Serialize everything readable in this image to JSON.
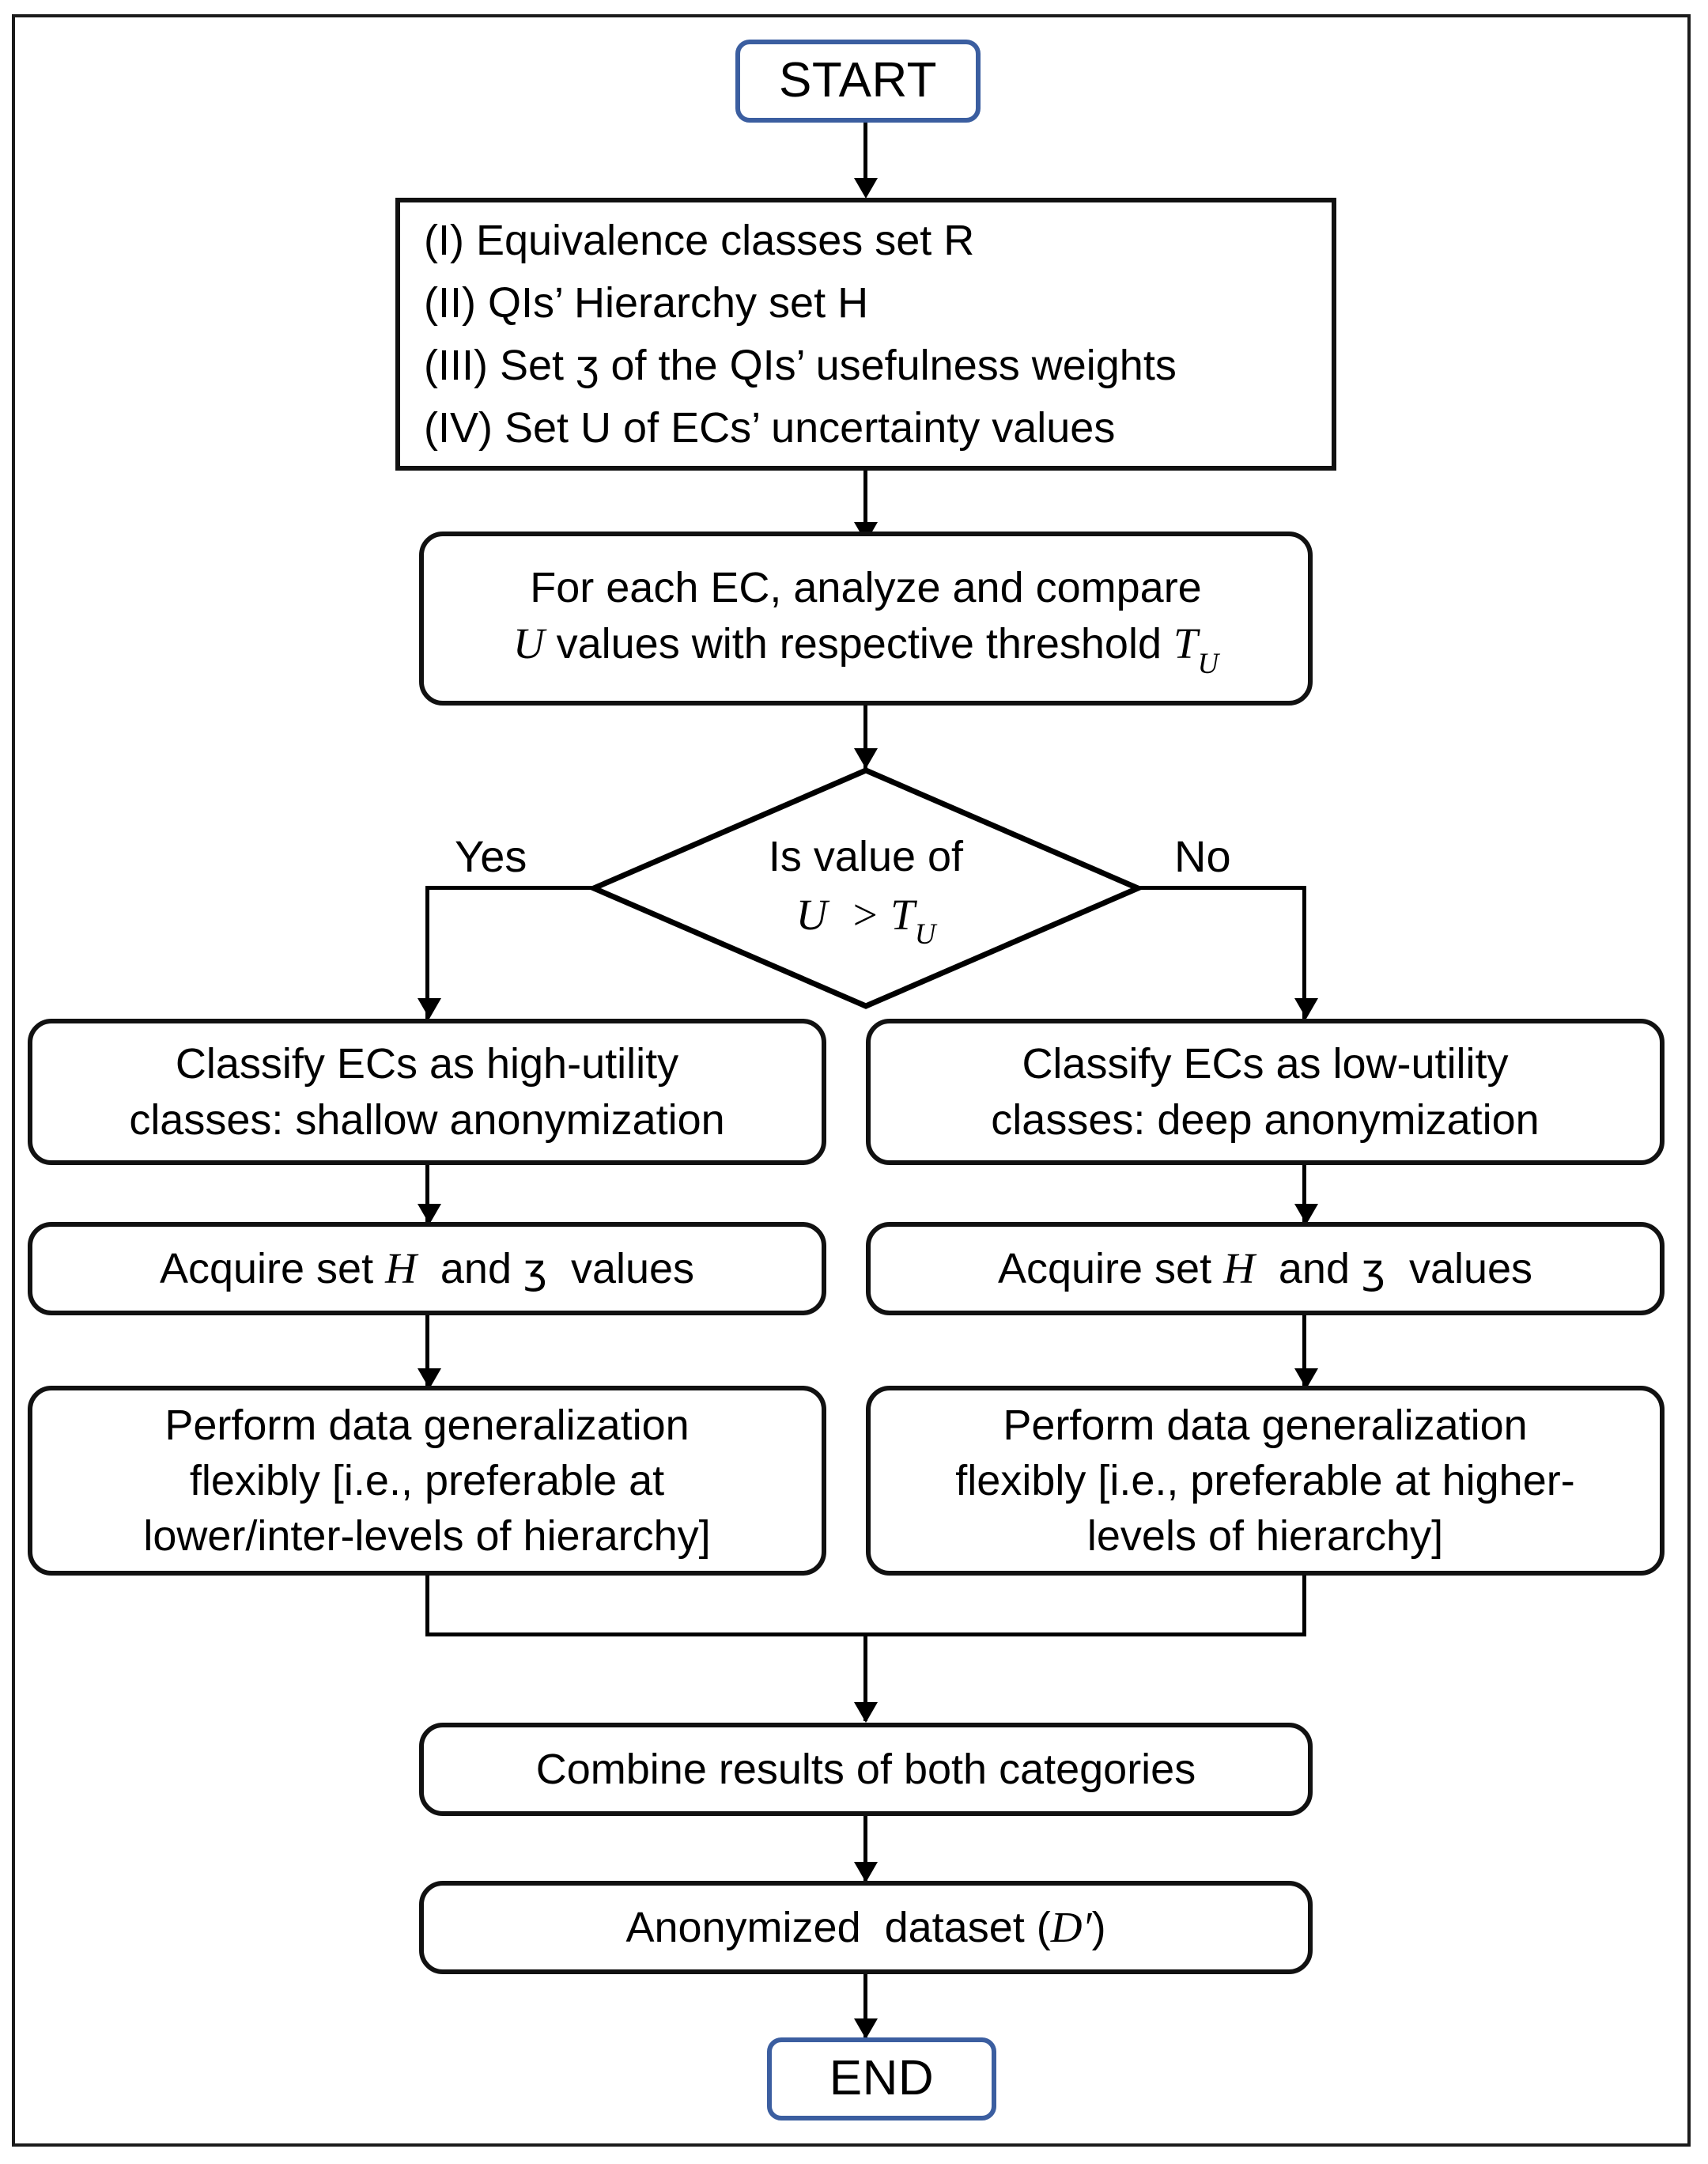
{
  "diagram": {
    "title": "Anonymization workflow flowchart",
    "colors": {
      "terminal_border": "#3b5ea0",
      "node_border": "#111111",
      "connector": "#000000",
      "background": "#ffffff"
    },
    "nodes": {
      "start": {
        "label": "START"
      },
      "inputs": {
        "lines": [
          "(I) Equivalence classes set R",
          "(II) QIs’ Hierarchy set H",
          "(III) Set ʒ of the QIs’ usefulness weights",
          "(IV) Set U of ECs’ uncertainty values"
        ]
      },
      "analyze": {
        "line1": "For each EC, analyze and compare",
        "line2_prefix": "",
        "line2": "U values with respective threshold T"
      },
      "decision": {
        "line1": "Is value of",
        "line2": "U > T"
      },
      "classify_left": {
        "line1": "Classify ECs as high-utility",
        "line2": "classes: shallow anonymization"
      },
      "classify_right": {
        "line1": "Classify ECs as  low-utility",
        "line2": "classes: deep anonymization"
      },
      "acquire_left": {
        "label": "Acquire set H  and ʒ  values"
      },
      "acquire_right": {
        "label": "Acquire set H  and ʒ  values"
      },
      "generalize_left": {
        "line1": "Perform data generalization",
        "line2": "flexibly [i.e., preferable at",
        "line3": "lower/inter-levels of hierarchy]"
      },
      "generalize_right": {
        "line1": "Perform data generalization",
        "line2": "flexibly [i.e., preferable at higher-",
        "line3": "levels of hierarchy]"
      },
      "combine": {
        "label": "Combine results of both categories"
      },
      "output": {
        "label": "Anonymized  dataset (D′)"
      },
      "end": {
        "label": "END"
      }
    },
    "edge_labels": {
      "yes": "Yes",
      "no": "No"
    },
    "symbols": {
      "R": "R",
      "H": "H",
      "U": "U",
      "T": "T",
      "T_sub": "U",
      "ezh": "ʒ",
      "D_prime": "D′",
      "gt": ">"
    }
  }
}
